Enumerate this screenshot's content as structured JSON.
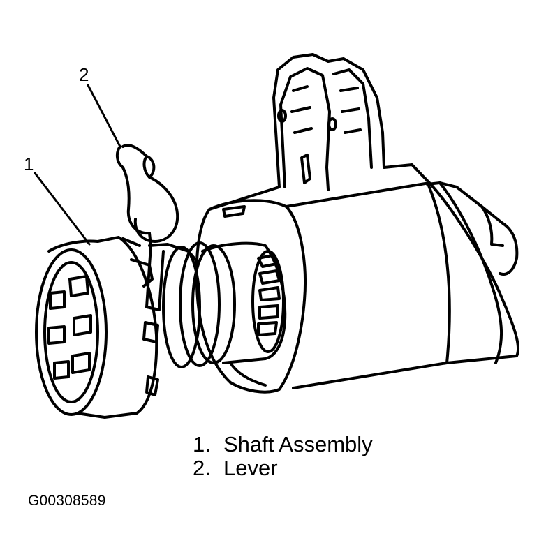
{
  "callouts": [
    {
      "number": "1",
      "label": "Shaft Assembly"
    },
    {
      "number": "2",
      "label": "Lever"
    }
  ],
  "legend": [
    {
      "number": "1.",
      "label": "Shaft Assembly"
    },
    {
      "number": "2.",
      "label": "Lever"
    }
  ],
  "figure_id": "G00308589",
  "colors": {
    "line": "#000000",
    "background": "#ffffff"
  }
}
